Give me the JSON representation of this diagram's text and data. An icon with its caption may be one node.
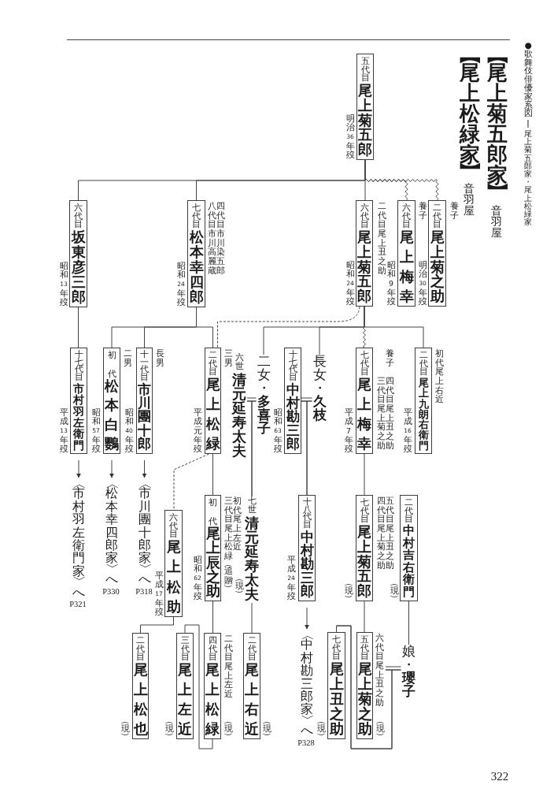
{
  "diagram": {
    "nodes": [
      {
        "text": [
          "五代目",
          "尾上菊五郎"
        ],
        "beside": [
          "明治36年歿"
        ]
      },
      {
        "text": [
          "二代目",
          "尾上菊之助"
        ],
        "beside": [
          "養子",
          "明治30年歿"
        ]
      },
      {
        "text": [
          "六代目",
          "尾上梅幸"
        ],
        "beside": [
          "養子",
          "昭和9年歿"
        ]
      },
      {
        "text": [
          "六代目",
          "尾上菊五郎"
        ],
        "beside": [
          "二代目尾上丑之助",
          "昭和24年歿"
        ]
      },
      {
        "text": [
          "七代目",
          "松本幸四郎"
        ],
        "beside": [
          "四代目市川染五郎",
          "八代目市川高麗蔵",
          "昭和24年歿"
        ]
      },
      {
        "text": [
          "六代目",
          "坂東彦三郎"
        ],
        "beside": [
          "昭和13年歿"
        ]
      },
      {
        "text": [
          "二代目",
          "尾上九朗右衛門"
        ],
        "beside": [
          "初代尾上右近",
          "平成16年歿"
        ]
      },
      {
        "text": [
          "七代目",
          "尾上梅幸"
        ],
        "beside": [
          "養子",
          "四代目尾上丑之助",
          "三代目尾上菊之助",
          "平成7年歿"
        ]
      },
      {
        "text": [
          "長女・**久枝**"
        ]
      },
      {
        "text": [
          "十七代目",
          "中村勘三郎"
        ],
        "beside": [
          "昭和63年歿"
        ]
      },
      {
        "text": [
          "二女・**多喜子**"
        ]
      },
      {
        "text": [
          "六世",
          "清元延寿太夫"
        ]
      },
      {
        "text": [
          "二代目",
          "尾上松緑"
        ],
        "beside": [
          "三男",
          "平成元年歿"
        ]
      },
      {
        "text": [
          "十一代目",
          "市川團十郎"
        ],
        "beside": [
          "長男",
          "昭和40年歿"
        ]
      },
      {
        "text": [
          "初代",
          "松本白鸚"
        ],
        "beside": [
          "二男",
          "昭和57年歿"
        ]
      },
      {
        "text": [
          "十七代目",
          "市村羽左衛門"
        ],
        "beside": [
          "平成13年歿"
        ]
      },
      {
        "text": [
          "二代目",
          "中村吉右衛門"
        ],
        "beside": [
          "（現）"
        ]
      },
      {
        "text": [
          "七代目",
          "尾上菊五郎"
        ],
        "beside": [
          "五代目尾上丑之助",
          "四代目尾上菊之助",
          "（現）"
        ]
      },
      {
        "text": [
          "十八代目",
          "中村勘三郎"
        ],
        "beside": [
          "平成24年歿"
        ]
      },
      {
        "text": [
          "七世",
          "清元延寿太夫"
        ],
        "beside": [
          "（現）"
        ]
      },
      {
        "text": [
          "初代",
          "尾上辰之助"
        ],
        "beside": [
          "初代尾上左近",
          "三代目尾上松緑（追贈）",
          "昭和62年歿"
        ]
      },
      {
        "text": [
          "六代目",
          "尾上松助"
        ],
        "beside": [
          "平成17年歿"
        ]
      },
      {
        "text": [
          "〈市川團十郎家〉へ"
        ],
        "beside": [
          "P318"
        ]
      },
      {
        "text": [
          "〈松本幸四郎家〉へ"
        ],
        "beside": [
          "P330"
        ]
      },
      {
        "text": [
          "〈市村羽左衛門家〉へ"
        ],
        "beside": [
          "P321"
        ]
      },
      {
        "text": [
          "娘・**瓔子**"
        ]
      },
      {
        "text": [
          "〈中村勘三郎家〉へ"
        ],
        "beside": [
          "P328"
        ]
      },
      {
        "text": [
          "五代目",
          "尾上菊之助"
        ],
        "beside": [
          "六代目尾上丑之助",
          "（現）"
        ]
      },
      {
        "text": [
          "七代目",
          "尾上丑之助"
        ],
        "beside": [
          "（現）"
        ]
      },
      {
        "text": [
          "二代目",
          "尾上右近"
        ],
        "beside": [
          "（現）"
        ]
      },
      {
        "text": [
          "四代目",
          "尾上松緑"
        ],
        "beside": [
          "二代目尾上左近",
          "（現）"
        ]
      },
      {
        "text": [
          "三代目",
          "尾上左近"
        ],
        "beside": [
          "（現）"
        ]
      },
      {
        "text": [
          "二代目",
          "尾上松也"
        ],
        "beside": [
          "（現）"
        ]
      }
    ],
    "edges": [
      {
        "from": 0,
        "to": 3,
        "arrow": "none"
      },
      {
        "from": 0,
        "to": 4,
        "arrow": "none"
      },
      {
        "from": 0,
        "to": 5,
        "arrow": "none"
      },
      {
        "from": 0,
        "to": 2,
        "arrow": "none"
      },
      {
        "from": 0,
        "to": 1,
        "arrow": "none"
      },
      {
        "from": 5,
        "to": 15,
        "arrow": "none"
      },
      {
        "from": 4,
        "to": 14,
        "arrow": "none"
      },
      {
        "from": 4,
        "to": 13,
        "arrow": "none"
      },
      {
        "from": 4,
        "to": 12,
        "arrow": "none"
      },
      {
        "from": 3,
        "to": 12,
        "arrow": "none",
        "style": "dashed"
      },
      {
        "from": 3,
        "to": 10,
        "arrow": "none"
      },
      {
        "from": 3,
        "to": 8,
        "arrow": "none"
      },
      {
        "from": 3,
        "to": 7,
        "arrow": "none"
      },
      {
        "from": 3,
        "to": 6,
        "arrow": "none"
      },
      {
        "from": 9,
        "to": 8,
        "arrow": "none"
      },
      {
        "from": 11,
        "to": 10,
        "arrow": "none"
      },
      {
        "from": 9,
        "to": 18,
        "arrow": "none"
      },
      {
        "from": 8,
        "to": 18,
        "arrow": "none"
      },
      {
        "from": 11,
        "to": 19,
        "arrow": "none"
      },
      {
        "from": 10,
        "to": 19,
        "arrow": "none"
      },
      {
        "from": 12,
        "to": 20,
        "arrow": "none"
      },
      {
        "from": 12,
        "to": 21,
        "arrow": "none",
        "style": "dashed"
      },
      {
        "from": 7,
        "to": 17,
        "arrow": "none"
      },
      {
        "from": 15,
        "to": 24,
        "arrow": "to"
      },
      {
        "from": 14,
        "to": 23,
        "arrow": "to"
      },
      {
        "from": 13,
        "to": 22,
        "arrow": "to"
      },
      {
        "from": 18,
        "to": 26,
        "arrow": "to"
      },
      {
        "from": 16,
        "to": 25,
        "arrow": "none"
      },
      {
        "from": 17,
        "to": 27,
        "arrow": "none"
      },
      {
        "from": 27,
        "to": 25,
        "arrow": "none"
      },
      {
        "from": 27,
        "to": 28,
        "arrow": "none"
      },
      {
        "from": 25,
        "to": 28,
        "arrow": "none"
      },
      {
        "from": 19,
        "to": 29,
        "arrow": "none"
      },
      {
        "from": 20,
        "to": 30,
        "arrow": "none"
      },
      {
        "from": 30,
        "to": 31,
        "arrow": "none"
      },
      {
        "from": 21,
        "to": 32,
        "arrow": "none"
      }
    ],
    "labels": [
      "●歌舞伎俳優家系図",
      "尾上菊五郎家・尾上松緑家",
      "【尾上菊五郎家】",
      "音羽屋",
      "【尾上松緑家】",
      "音羽屋",
      "322"
    ]
  }
}
